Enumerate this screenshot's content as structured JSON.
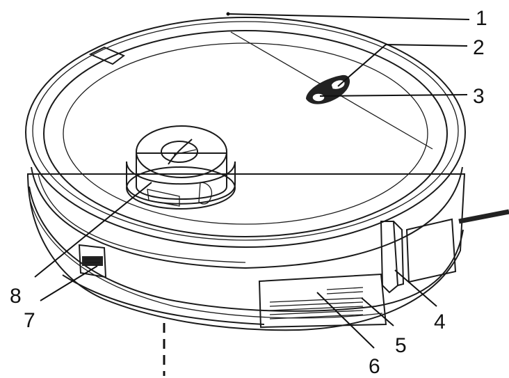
{
  "figure": {
    "description_visible": false,
    "callouts": [
      {
        "id": "1",
        "label": "1"
      },
      {
        "id": "2",
        "label": "2"
      },
      {
        "id": "3",
        "label": "3"
      },
      {
        "id": "4",
        "label": "4"
      },
      {
        "id": "5",
        "label": "5"
      },
      {
        "id": "6",
        "label": "6"
      },
      {
        "id": "7",
        "label": "7"
      },
      {
        "id": "8",
        "label": "8"
      }
    ],
    "colors": {
      "line": "#1a1a1a",
      "fill": "#ffffff",
      "button_dark": "#222222"
    }
  }
}
